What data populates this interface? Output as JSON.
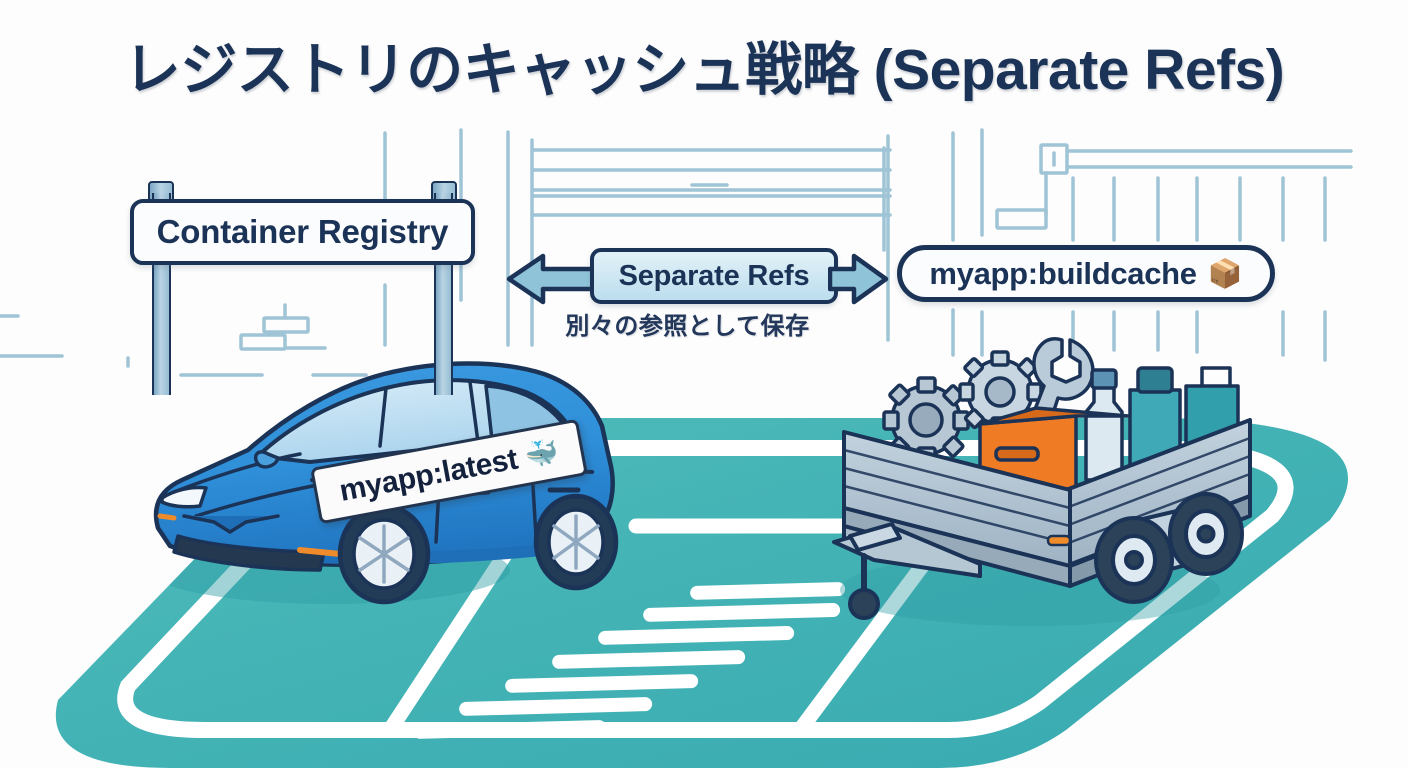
{
  "page": {
    "title": "レジストリのキャッシュ戦略 (Separate Refs)",
    "background_color": "#ffffff"
  },
  "colors": {
    "navy": "#1b3356",
    "title_navy": "#1b3356",
    "ground_teal": "#3fb1b4",
    "ground_teal_light": "#53bdbc",
    "ground_stripe": "#ffffff",
    "car_blue": "#2f8fd8",
    "car_blue_dark": "#1f6fb8",
    "trailer_gray": "#a9bccd",
    "toolbox_orange": "#ef7c25",
    "badge_blue": "#cde6f2",
    "arrow_blue": "#8fc4d8",
    "bg_line_blue": "#9fc4d6",
    "post_blue": "#9cc2d9"
  },
  "registry_sign": {
    "label": "Container Registry",
    "icon": "signpost-icon"
  },
  "refs_badge": {
    "label": "Separate Refs",
    "caption": "別々の参照として保存",
    "left_arrow_icon": "arrow-left-icon",
    "right_arrow_icon": "arrow-right-icon"
  },
  "image_tag": {
    "label": "myapp:latest",
    "emoji": "🐳",
    "emoji_name": "whale-icon",
    "attached_to": "car"
  },
  "cache_tag": {
    "label": "myapp:buildcache",
    "emoji": "📦",
    "emoji_name": "package-icon",
    "attached_to": "trailer"
  },
  "scene": {
    "left_vehicle": "blue-sedan-car",
    "right_vehicle": "utility-trailer",
    "trailer_cargo": [
      "gear-icon",
      "gear-icon",
      "gear-icon",
      "wrench-icon",
      "toolbox-icon",
      "jug-icon",
      "bottle-icon",
      "canister-icon"
    ],
    "ground": "teal-parking-lot-with-crosswalk",
    "background": "warehouse-shelving-lines"
  }
}
